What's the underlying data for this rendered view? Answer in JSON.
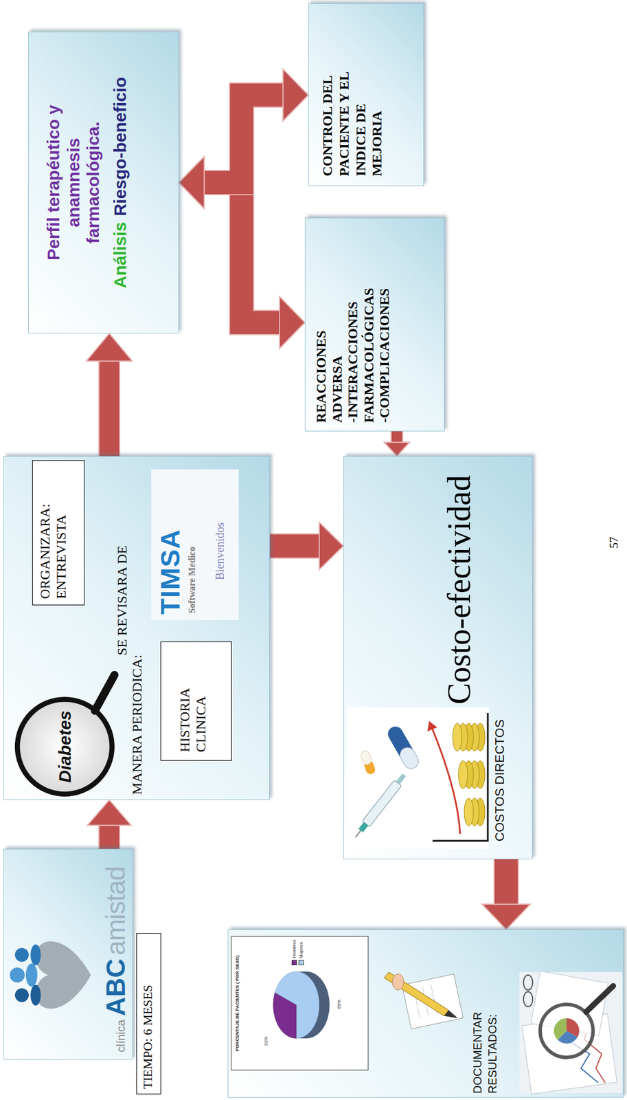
{
  "diagram": {
    "nodes": [
      {
        "text": [
          "clínica",
          "ABC",
          "amistad"
        ]
      },
      {
        "text": [
          "TIEMPO: 6 MESES"
        ]
      },
      {
        "text": [
          "SE REVISARA DE MANERA PERIODICA:"
        ]
      },
      {
        "text": [
          "Diabetes"
        ],
        "in": 2
      },
      {
        "text": [
          "ORGANIZARA: ENTREVISTA"
        ],
        "in": 2
      },
      {
        "text": [
          "HISTORIA CLINICA"
        ],
        "in": 2
      },
      {
        "text": [
          "TIMSA",
          "Software Medico",
          "Bienvenidos"
        ],
        "in": 2
      },
      {
        "text": [
          "Perfil terapéutico y anamnesis farmacológica.",
          "Análisis",
          "Riesgo-beneficio"
        ]
      },
      {
        "text": [
          "REACCIONES ADVERSA",
          "-INTERACCIONES FARMACOLÓGICAS",
          "-COMPLICACIONES"
        ]
      },
      {
        "text": [
          "CONTROL DEL PACIENTE Y EL INDICE DE MEJORIA"
        ]
      },
      {
        "text": [
          "Costo-efectividad",
          "COSTOS DIRECTOS"
        ]
      },
      {
        "text": [
          "DOCUMENTAR RESULTADOS:"
        ]
      }
    ],
    "edges": [
      {
        "from": 0,
        "to": 2,
        "arrow": "to"
      },
      {
        "from": 2,
        "to": 7,
        "arrow": "to"
      },
      {
        "from": 7,
        "to": 8,
        "arrow": "both"
      },
      {
        "from": 7,
        "to": 9,
        "arrow": "both"
      },
      {
        "from": 2,
        "to": 10,
        "arrow": "to"
      },
      {
        "from": 8,
        "to": 10,
        "arrow": "to"
      },
      {
        "from": 10,
        "to": 11,
        "arrow": "to"
      }
    ],
    "labels": [
      "PORCENTAJE DE PACIENTES ( POR SEXO)",
      "31%",
      "69%",
      "57"
    ],
    "legend": [
      {
        "text": "Hombres",
        "color": "#7b2c8f"
      },
      {
        "text": "Mujeres",
        "color": "#a9cdf2"
      }
    ]
  }
}
